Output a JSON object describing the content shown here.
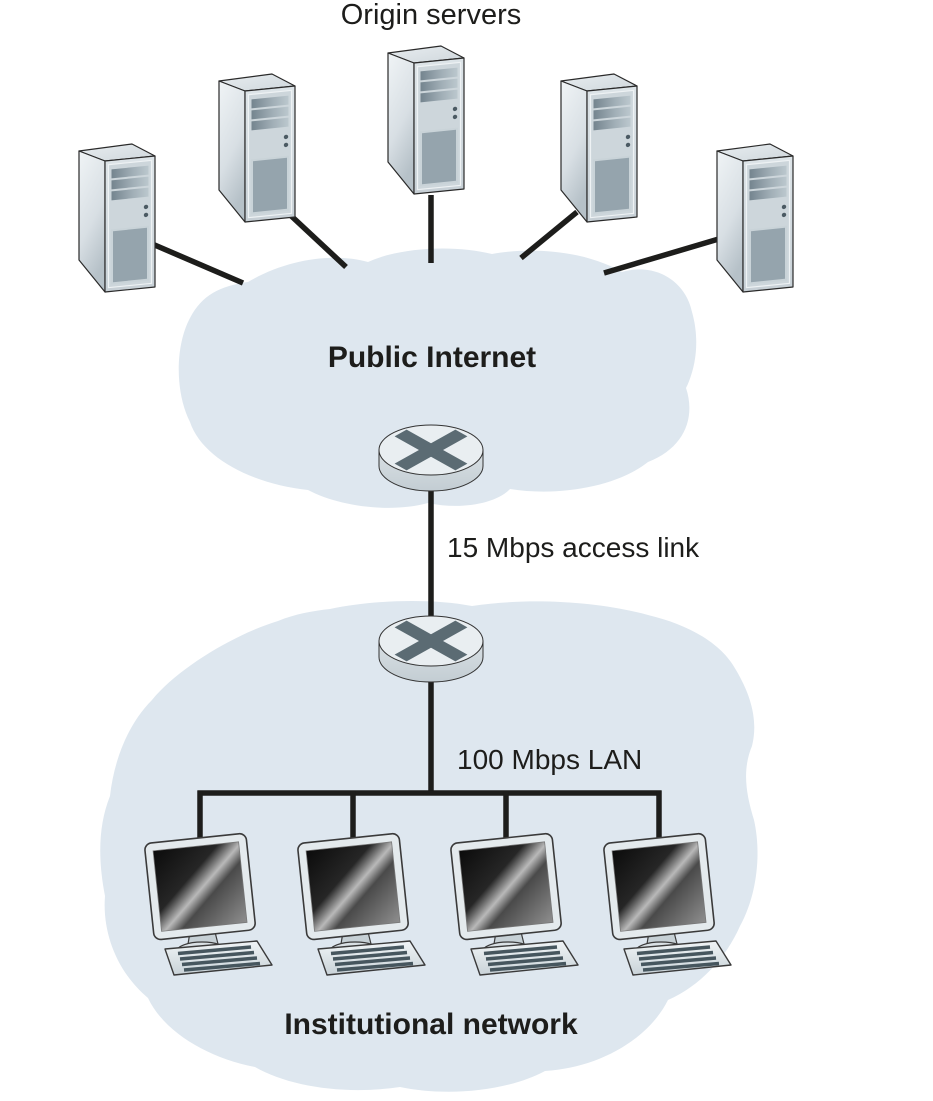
{
  "diagram": {
    "title": "Origin servers",
    "public_cloud": {
      "label": "Public Internet"
    },
    "institutional_cloud": {
      "label": "Institutional network"
    },
    "access_link": {
      "label": "15 Mbps access link"
    },
    "lan": {
      "label": "100 Mbps LAN"
    },
    "counts": {
      "origin_servers": 5,
      "routers": 2,
      "client_workstations": 4
    },
    "icons": {
      "origin_server": "tower-server-icon",
      "router": "router-cross-icon",
      "client": "desktop-computer-icon"
    },
    "colors": {
      "cloud_fill": "#dee7ef",
      "line": "#1d1d1b",
      "text": "#1d1d1b",
      "router_cross": "#5b6b73"
    }
  }
}
